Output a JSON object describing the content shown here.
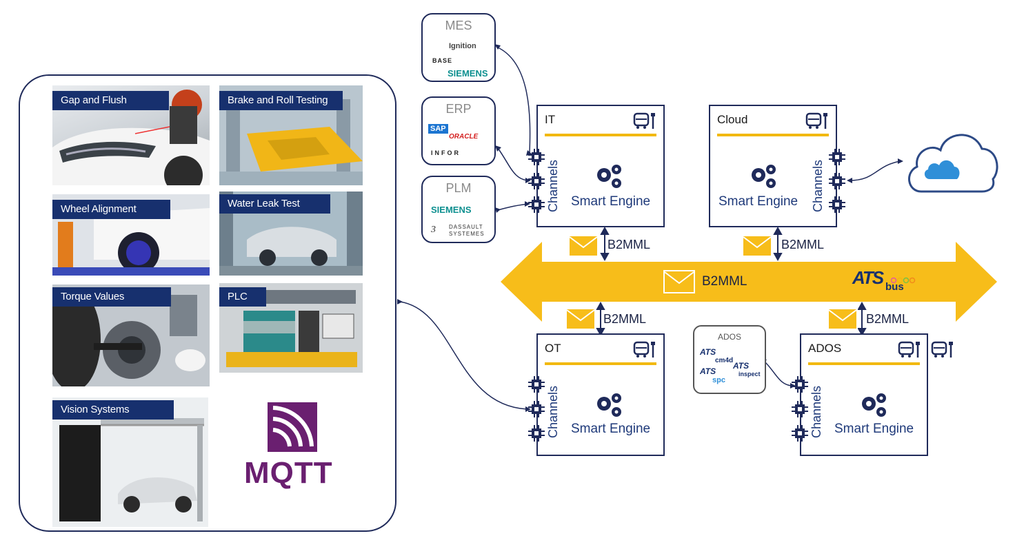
{
  "use_cases": [
    {
      "label": "Gap and Flush"
    },
    {
      "label": "Brake and Roll Testing"
    },
    {
      "label": "Wheel Alignment"
    },
    {
      "label": "Water Leak Test"
    },
    {
      "label": "Torque Values"
    },
    {
      "label": "PLC"
    },
    {
      "label": "Vision Systems"
    }
  ],
  "mqtt_label": "MQTT",
  "systems": {
    "mes": {
      "title": "MES",
      "vendors": [
        "Ignition",
        "BASE",
        "SIEMENS"
      ]
    },
    "erp": {
      "title": "ERP",
      "vendors": [
        "SAP",
        "ORACLE",
        "INFOR"
      ]
    },
    "plm": {
      "title": "PLM",
      "vendors": [
        "SIEMENS",
        "DASSAULT",
        "SYSTEMES"
      ]
    }
  },
  "nodes": {
    "it": {
      "title": "IT",
      "engine": "Smart Engine",
      "channels": "Channels"
    },
    "cloud": {
      "title": "Cloud",
      "engine": "Smart Engine",
      "channels": "Channels"
    },
    "ot": {
      "title": "OT",
      "engine": "Smart Engine",
      "channels": "Channels"
    },
    "ados": {
      "title": "ADOS",
      "engine": "Smart Engine",
      "channels": "Channels"
    }
  },
  "ados_box": {
    "title": "ADOS",
    "items": [
      "cm4d",
      "spc",
      "inspect"
    ]
  },
  "bus": {
    "label": "B2MML",
    "logo_text": "ATS",
    "logo_sub": "bus"
  },
  "message_labels": {
    "it": "B2MML",
    "cloud": "B2MML",
    "ot": "B2MML",
    "ados": "B2MML"
  },
  "colors": {
    "navy": "#1f2a5a",
    "label_bg": "#17306e",
    "yellow": "#f7bd1a",
    "mqtt": "#6a1f70",
    "siemens": "#0b8f8f",
    "oracle": "#d42020",
    "cloud_fill": "#2d4a86"
  }
}
